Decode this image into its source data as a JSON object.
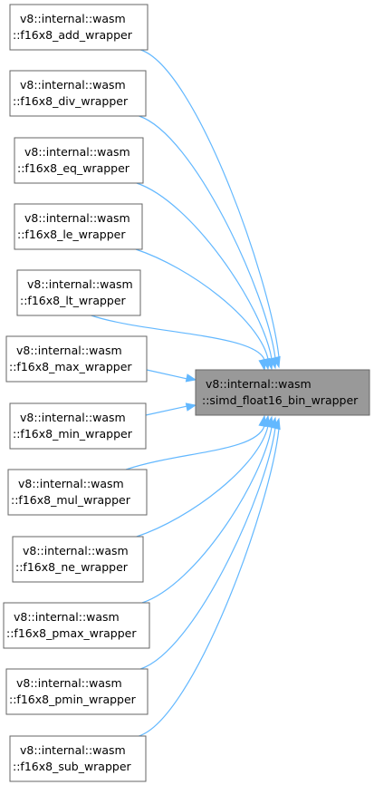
{
  "target": {
    "line1": "v8::internal::wasm",
    "line2": "::simd_float16_bin_wrapper"
  },
  "callers": [
    {
      "line1": "v8::internal::wasm",
      "line2": "::f16x8_add_wrapper"
    },
    {
      "line1": "v8::internal::wasm",
      "line2": "::f16x8_div_wrapper"
    },
    {
      "line1": "v8::internal::wasm",
      "line2": "::f16x8_eq_wrapper"
    },
    {
      "line1": "v8::internal::wasm",
      "line2": "::f16x8_le_wrapper"
    },
    {
      "line1": "v8::internal::wasm",
      "line2": "::f16x8_lt_wrapper"
    },
    {
      "line1": "v8::internal::wasm",
      "line2": "::f16x8_max_wrapper"
    },
    {
      "line1": "v8::internal::wasm",
      "line2": "::f16x8_min_wrapper"
    },
    {
      "line1": "v8::internal::wasm",
      "line2": "::f16x8_mul_wrapper"
    },
    {
      "line1": "v8::internal::wasm",
      "line2": "::f16x8_ne_wrapper"
    },
    {
      "line1": "v8::internal::wasm",
      "line2": "::f16x8_pmax_wrapper"
    },
    {
      "line1": "v8::internal::wasm",
      "line2": "::f16x8_pmin_wrapper"
    },
    {
      "line1": "v8::internal::wasm",
      "line2": "::f16x8_sub_wrapper"
    }
  ],
  "colors": {
    "edge": "#63b8ff",
    "node_border": "#666666",
    "target_fill": "#999999"
  }
}
